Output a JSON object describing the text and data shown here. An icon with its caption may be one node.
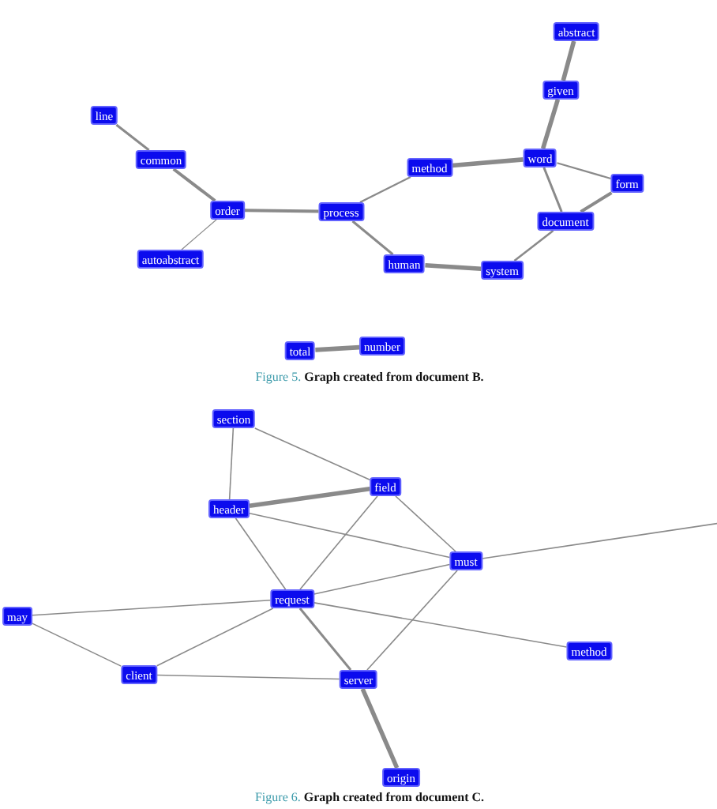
{
  "diagram": {
    "nodes": [
      {
        "text": [
          "abstract"
        ]
      },
      {
        "text": [
          "given"
        ]
      },
      {
        "text": [
          "line"
        ]
      },
      {
        "text": [
          "word"
        ]
      },
      {
        "text": [
          "common"
        ]
      },
      {
        "text": [
          "method"
        ]
      },
      {
        "text": [
          "form"
        ]
      },
      {
        "text": [
          "order"
        ]
      },
      {
        "text": [
          "process"
        ]
      },
      {
        "text": [
          "document"
        ]
      },
      {
        "text": [
          "autoabstract"
        ]
      },
      {
        "text": [
          "human"
        ]
      },
      {
        "text": [
          "system"
        ]
      },
      {
        "text": [
          "total"
        ]
      },
      {
        "text": [
          "number"
        ]
      },
      {
        "text": [
          "section"
        ]
      },
      {
        "text": [
          "field"
        ]
      },
      {
        "text": [
          "header"
        ]
      },
      {
        "text": [
          "must"
        ]
      },
      {
        "text": [
          "request"
        ]
      },
      {
        "text": [
          "may"
        ]
      },
      {
        "text": [
          "method"
        ]
      },
      {
        "text": [
          "client"
        ]
      },
      {
        "text": [
          "server"
        ]
      },
      {
        "text": [
          "origin"
        ]
      }
    ],
    "edges": [
      {
        "from": 2,
        "to": 4,
        "arrow": "none"
      },
      {
        "from": 4,
        "to": 7,
        "arrow": "none"
      },
      {
        "from": 7,
        "to": 10,
        "arrow": "none"
      },
      {
        "from": 7,
        "to": 8,
        "arrow": "none"
      },
      {
        "from": 8,
        "to": 5,
        "arrow": "none"
      },
      {
        "from": 8,
        "to": 11,
        "arrow": "none"
      },
      {
        "from": 5,
        "to": 3,
        "arrow": "none",
        "style": "thick"
      },
      {
        "from": 3,
        "to": 1,
        "arrow": "none",
        "style": "thick"
      },
      {
        "from": 1,
        "to": 0,
        "arrow": "none",
        "style": "thick"
      },
      {
        "from": 3,
        "to": 6,
        "arrow": "none"
      },
      {
        "from": 3,
        "to": 9,
        "arrow": "none"
      },
      {
        "from": 6,
        "to": 9,
        "arrow": "none"
      },
      {
        "from": 9,
        "to": 12,
        "arrow": "none"
      },
      {
        "from": 11,
        "to": 12,
        "arrow": "none",
        "style": "thick"
      },
      {
        "from": 13,
        "to": 14,
        "arrow": "none",
        "style": "thick"
      },
      {
        "from": 15,
        "to": 17,
        "arrow": "none"
      },
      {
        "from": 15,
        "to": 16,
        "arrow": "none"
      },
      {
        "from": 17,
        "to": 16,
        "arrow": "none",
        "style": "thick"
      },
      {
        "from": 17,
        "to": 18,
        "arrow": "none"
      },
      {
        "from": 17,
        "to": 19,
        "arrow": "none"
      },
      {
        "from": 16,
        "to": 19,
        "arrow": "none"
      },
      {
        "from": 16,
        "to": 18,
        "arrow": "none"
      },
      {
        "from": 18,
        "to": 19,
        "arrow": "none"
      },
      {
        "from": 18,
        "to": 23,
        "arrow": "none"
      },
      {
        "from": 18,
        "to": null,
        "arrow": "none"
      },
      {
        "from": 19,
        "to": 20,
        "arrow": "none"
      },
      {
        "from": 19,
        "to": 22,
        "arrow": "none"
      },
      {
        "from": 19,
        "to": 23,
        "arrow": "none"
      },
      {
        "from": 19,
        "to": 21,
        "arrow": "none"
      },
      {
        "from": 20,
        "to": 22,
        "arrow": "none"
      },
      {
        "from": 22,
        "to": 23,
        "arrow": "none"
      },
      {
        "from": 23,
        "to": 24,
        "arrow": "none",
        "style": "thick"
      }
    ],
    "labels": [
      "Figure 5. **Graph created from document B.**",
      "Figure 6. **Graph created from document C.**"
    ]
  }
}
